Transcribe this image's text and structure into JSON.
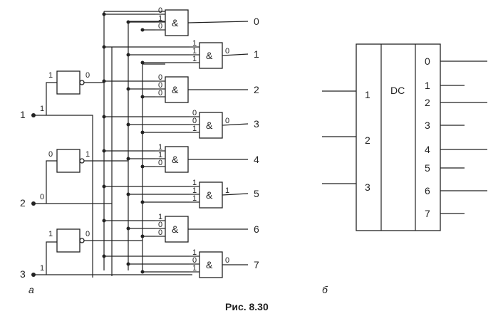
{
  "figure": {
    "caption": "Рис. 8.30",
    "panel_a_label": "а",
    "panel_b_label": "б"
  },
  "schematic_a": {
    "inputs": [
      "1",
      "2",
      "3"
    ],
    "input_levels": [
      "1",
      "0",
      "1"
    ],
    "inverter_output_levels": [
      "0",
      "1",
      "0"
    ],
    "and_symbol": "&",
    "gates": [
      {
        "output_name": "0",
        "inputs": [
          "0",
          "1",
          "0"
        ],
        "output_level": ""
      },
      {
        "output_name": "1",
        "inputs": [
          "1",
          "1",
          "1"
        ],
        "output_level": "0"
      },
      {
        "output_name": "2",
        "inputs": [
          "0",
          "0",
          "0"
        ],
        "output_level": ""
      },
      {
        "output_name": "3",
        "inputs": [
          "0",
          "0",
          "1"
        ],
        "output_level": "0"
      },
      {
        "output_name": "4",
        "inputs": [
          "1",
          "1",
          "0"
        ],
        "output_level": ""
      },
      {
        "output_name": "5",
        "inputs": [
          "1",
          "1",
          "1"
        ],
        "output_level": "1"
      },
      {
        "output_name": "6",
        "inputs": [
          "1",
          "0",
          "0"
        ],
        "output_level": ""
      },
      {
        "output_name": "7",
        "inputs": [
          "1",
          "0",
          "1"
        ],
        "output_level": "0"
      }
    ]
  },
  "symbol_b": {
    "title": "DC",
    "inputs": [
      "1",
      "2",
      "3"
    ],
    "outputs": [
      "0",
      "1",
      "2",
      "3",
      "4",
      "5",
      "6",
      "7"
    ]
  }
}
